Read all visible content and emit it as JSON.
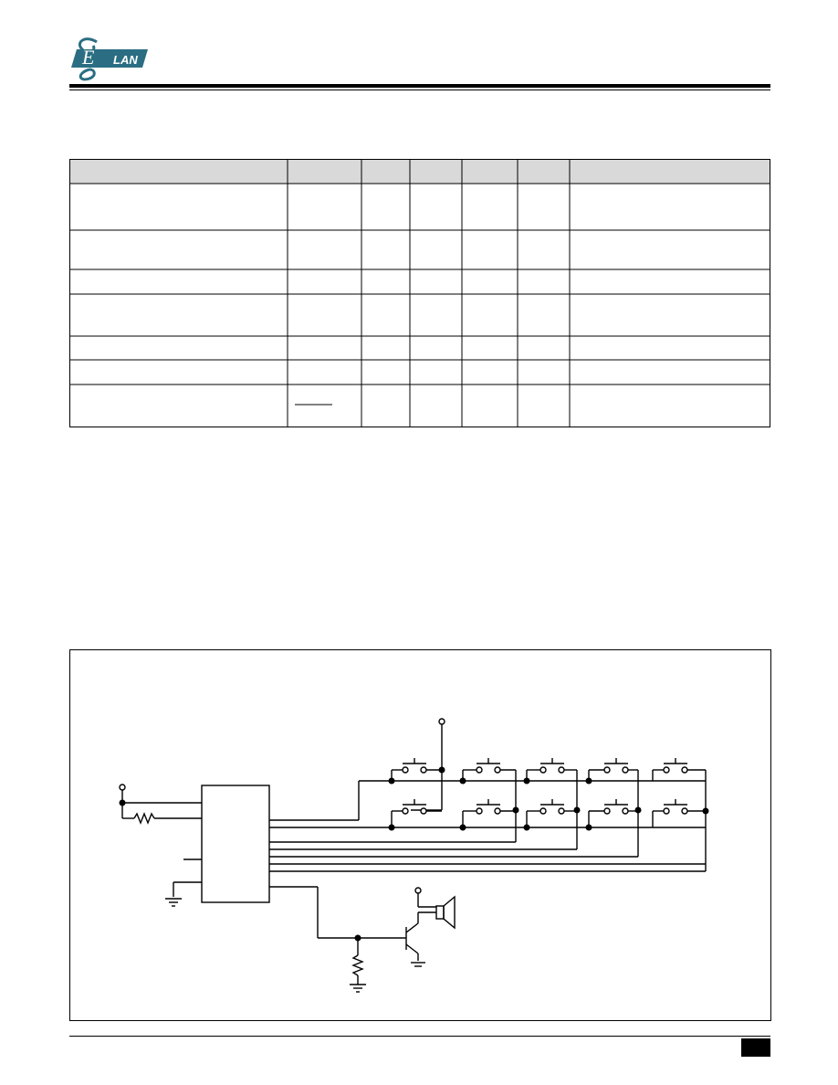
{
  "header": {
    "logo": {
      "text": "LAN",
      "mark": "E",
      "brand_color": "#2b6e83"
    }
  },
  "spec_table": {
    "header_fill": "#d9d9d9",
    "columns": 7,
    "rows": 7
  },
  "circuit": {
    "keypad": {
      "rows": 2,
      "keys_per_row": 5
    },
    "components": [
      "mcu-block",
      "pull-up-resistor",
      "pull-down-resistor",
      "npn-transistor",
      "speaker",
      "vdd-terminal",
      "ground-symbol"
    ]
  },
  "footer": {
    "page_badge": ""
  }
}
